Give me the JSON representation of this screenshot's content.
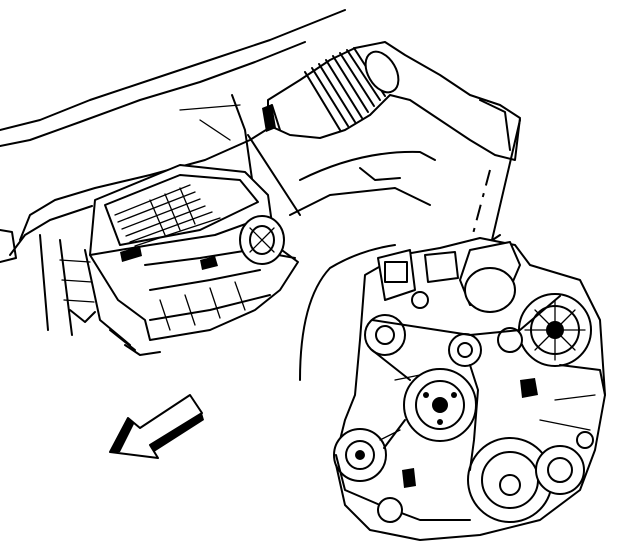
{
  "figure": {
    "components": [
      {
        "id": "air-cleaner-housing",
        "icon": "air-cleaner-assembly"
      },
      {
        "id": "air-intake-duct",
        "icon": "corrugated-intake-hose"
      },
      {
        "id": "engine-front",
        "icon": "engine-accessory-drive"
      }
    ],
    "direction_arrow": {
      "icon": "front-of-vehicle-arrow"
    },
    "line_color": "#000000",
    "background_color": "#ffffff"
  }
}
